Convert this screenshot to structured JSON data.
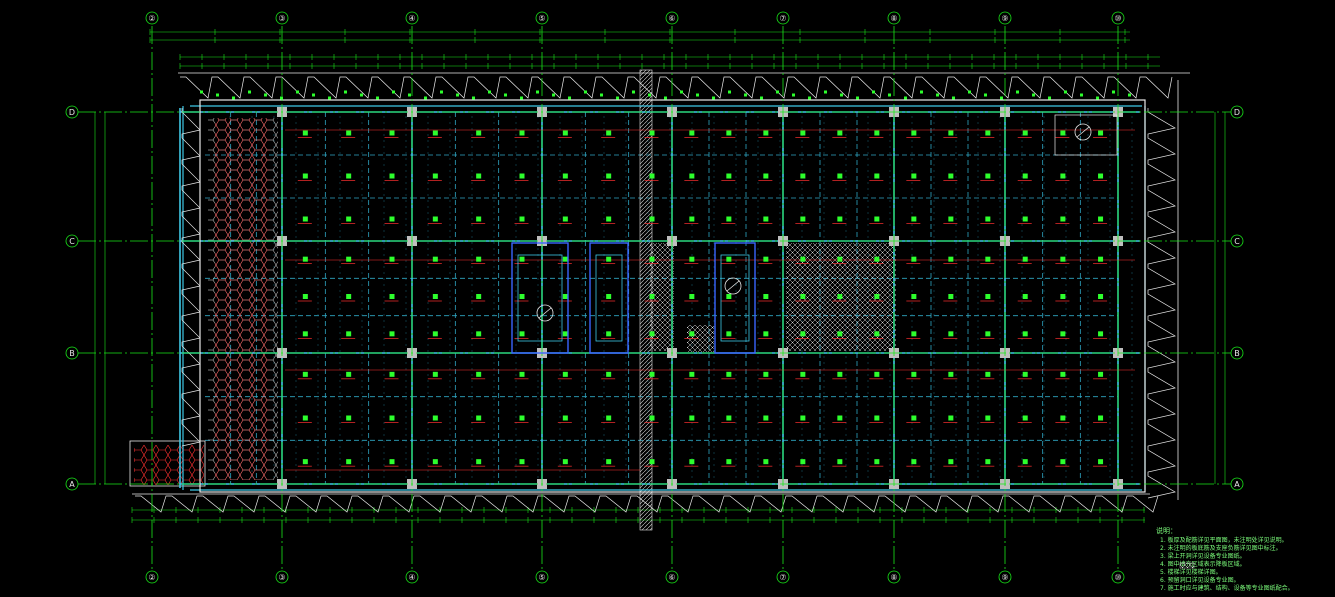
{
  "colors": {
    "background": "#000000",
    "grid_axis": "#19e619",
    "beam": "#3ec8e6",
    "secondary_beam": "#2fa7c4",
    "wall": "#e8e8e8",
    "column": "#bfbfbf",
    "rebar_mark": "#ff3030",
    "tag": "#2dff2d",
    "notes": "#7dff7d",
    "stair": "#3a64ff"
  },
  "axes": {
    "vertical": [
      "②",
      "③",
      "④",
      "⑤",
      "⑥",
      "⑦",
      "⑧",
      "⑨",
      "⑩"
    ],
    "horizontal": [
      "D",
      "C",
      "B",
      "A"
    ]
  },
  "notes": {
    "title": "说明：",
    "lines": [
      "1. 板厚及配筋详见平面图，未注明处详见说明。",
      "2. 未注明的板底筋及支座负筋详见图中标注。",
      "3. 梁上开洞详见设备专业图纸。",
      "4. 图中填充区域表示降板区域。",
      "5. 楼梯详见楼梯详图。",
      "6. 预留洞口详见设备专业图。",
      "7. 施工时应与建筑、结构、设备等专业图纸配合。"
    ]
  },
  "icons": {
    "axis_bubble": "circle-bubble-icon",
    "column": "column-square-icon",
    "section_mark": "section-circle-icon"
  }
}
